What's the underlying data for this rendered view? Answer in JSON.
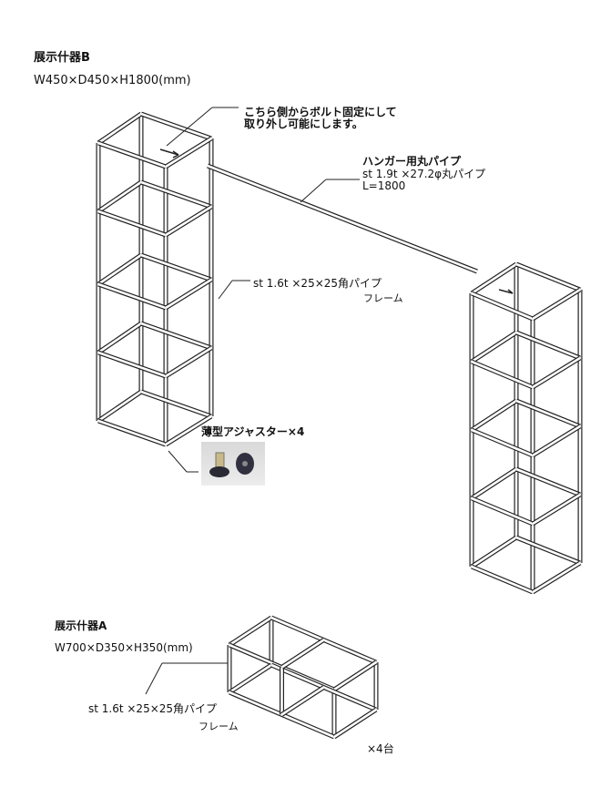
{
  "fixture_b": {
    "title": "展示什器B",
    "dimensions": "W450×D450×H1800(mm)",
    "bolt_note_line1": "こちら側からボルト固定にして",
    "bolt_note_line2": "取り外し可能にします。",
    "hanger_pipe_line1": "ハンガー用丸パイプ",
    "hanger_pipe_line2": "st 1.9t ×27.2φ丸パイプ",
    "hanger_pipe_line3": "L=1800",
    "frame_spec": "st 1.6t ×25×25角パイプ",
    "frame_label": "フレーム",
    "adjuster_label": "薄型アジャスター×4"
  },
  "fixture_a": {
    "title": "展示什器A",
    "dimensions": "W700×D350×H350(mm)",
    "frame_spec": "st 1.6t ×25×25角パイプ",
    "frame_label": "フレーム",
    "quantity": "×4台"
  }
}
